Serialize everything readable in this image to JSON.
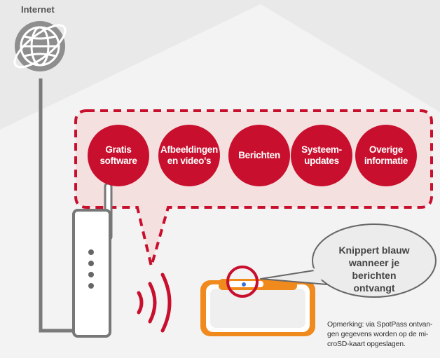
{
  "labels": {
    "internet": "Internet",
    "bubble": "Knippert blauw\nwanneer je berichten\nontvangt",
    "note": "Opmerking: via SpotPass ontvan-\ngen gegevens worden op de mi-\ncroSD-kaart opgeslagen."
  },
  "categories": [
    {
      "label": "Gratis\nsoftware"
    },
    {
      "label": "Afbeeldingen\nen video's"
    },
    {
      "label": "Berichten"
    },
    {
      "label": "Systeem-\nupdates"
    },
    {
      "label": "Overige\ninformatie"
    }
  ],
  "colors": {
    "accent_red": "#c8102e",
    "house": "#f3f3f3",
    "console_orange": "#f08a1c",
    "line_gray": "#777777"
  },
  "icons": [
    "globe-icon",
    "router-icon",
    "wireless-signal-icon",
    "console-icon"
  ]
}
